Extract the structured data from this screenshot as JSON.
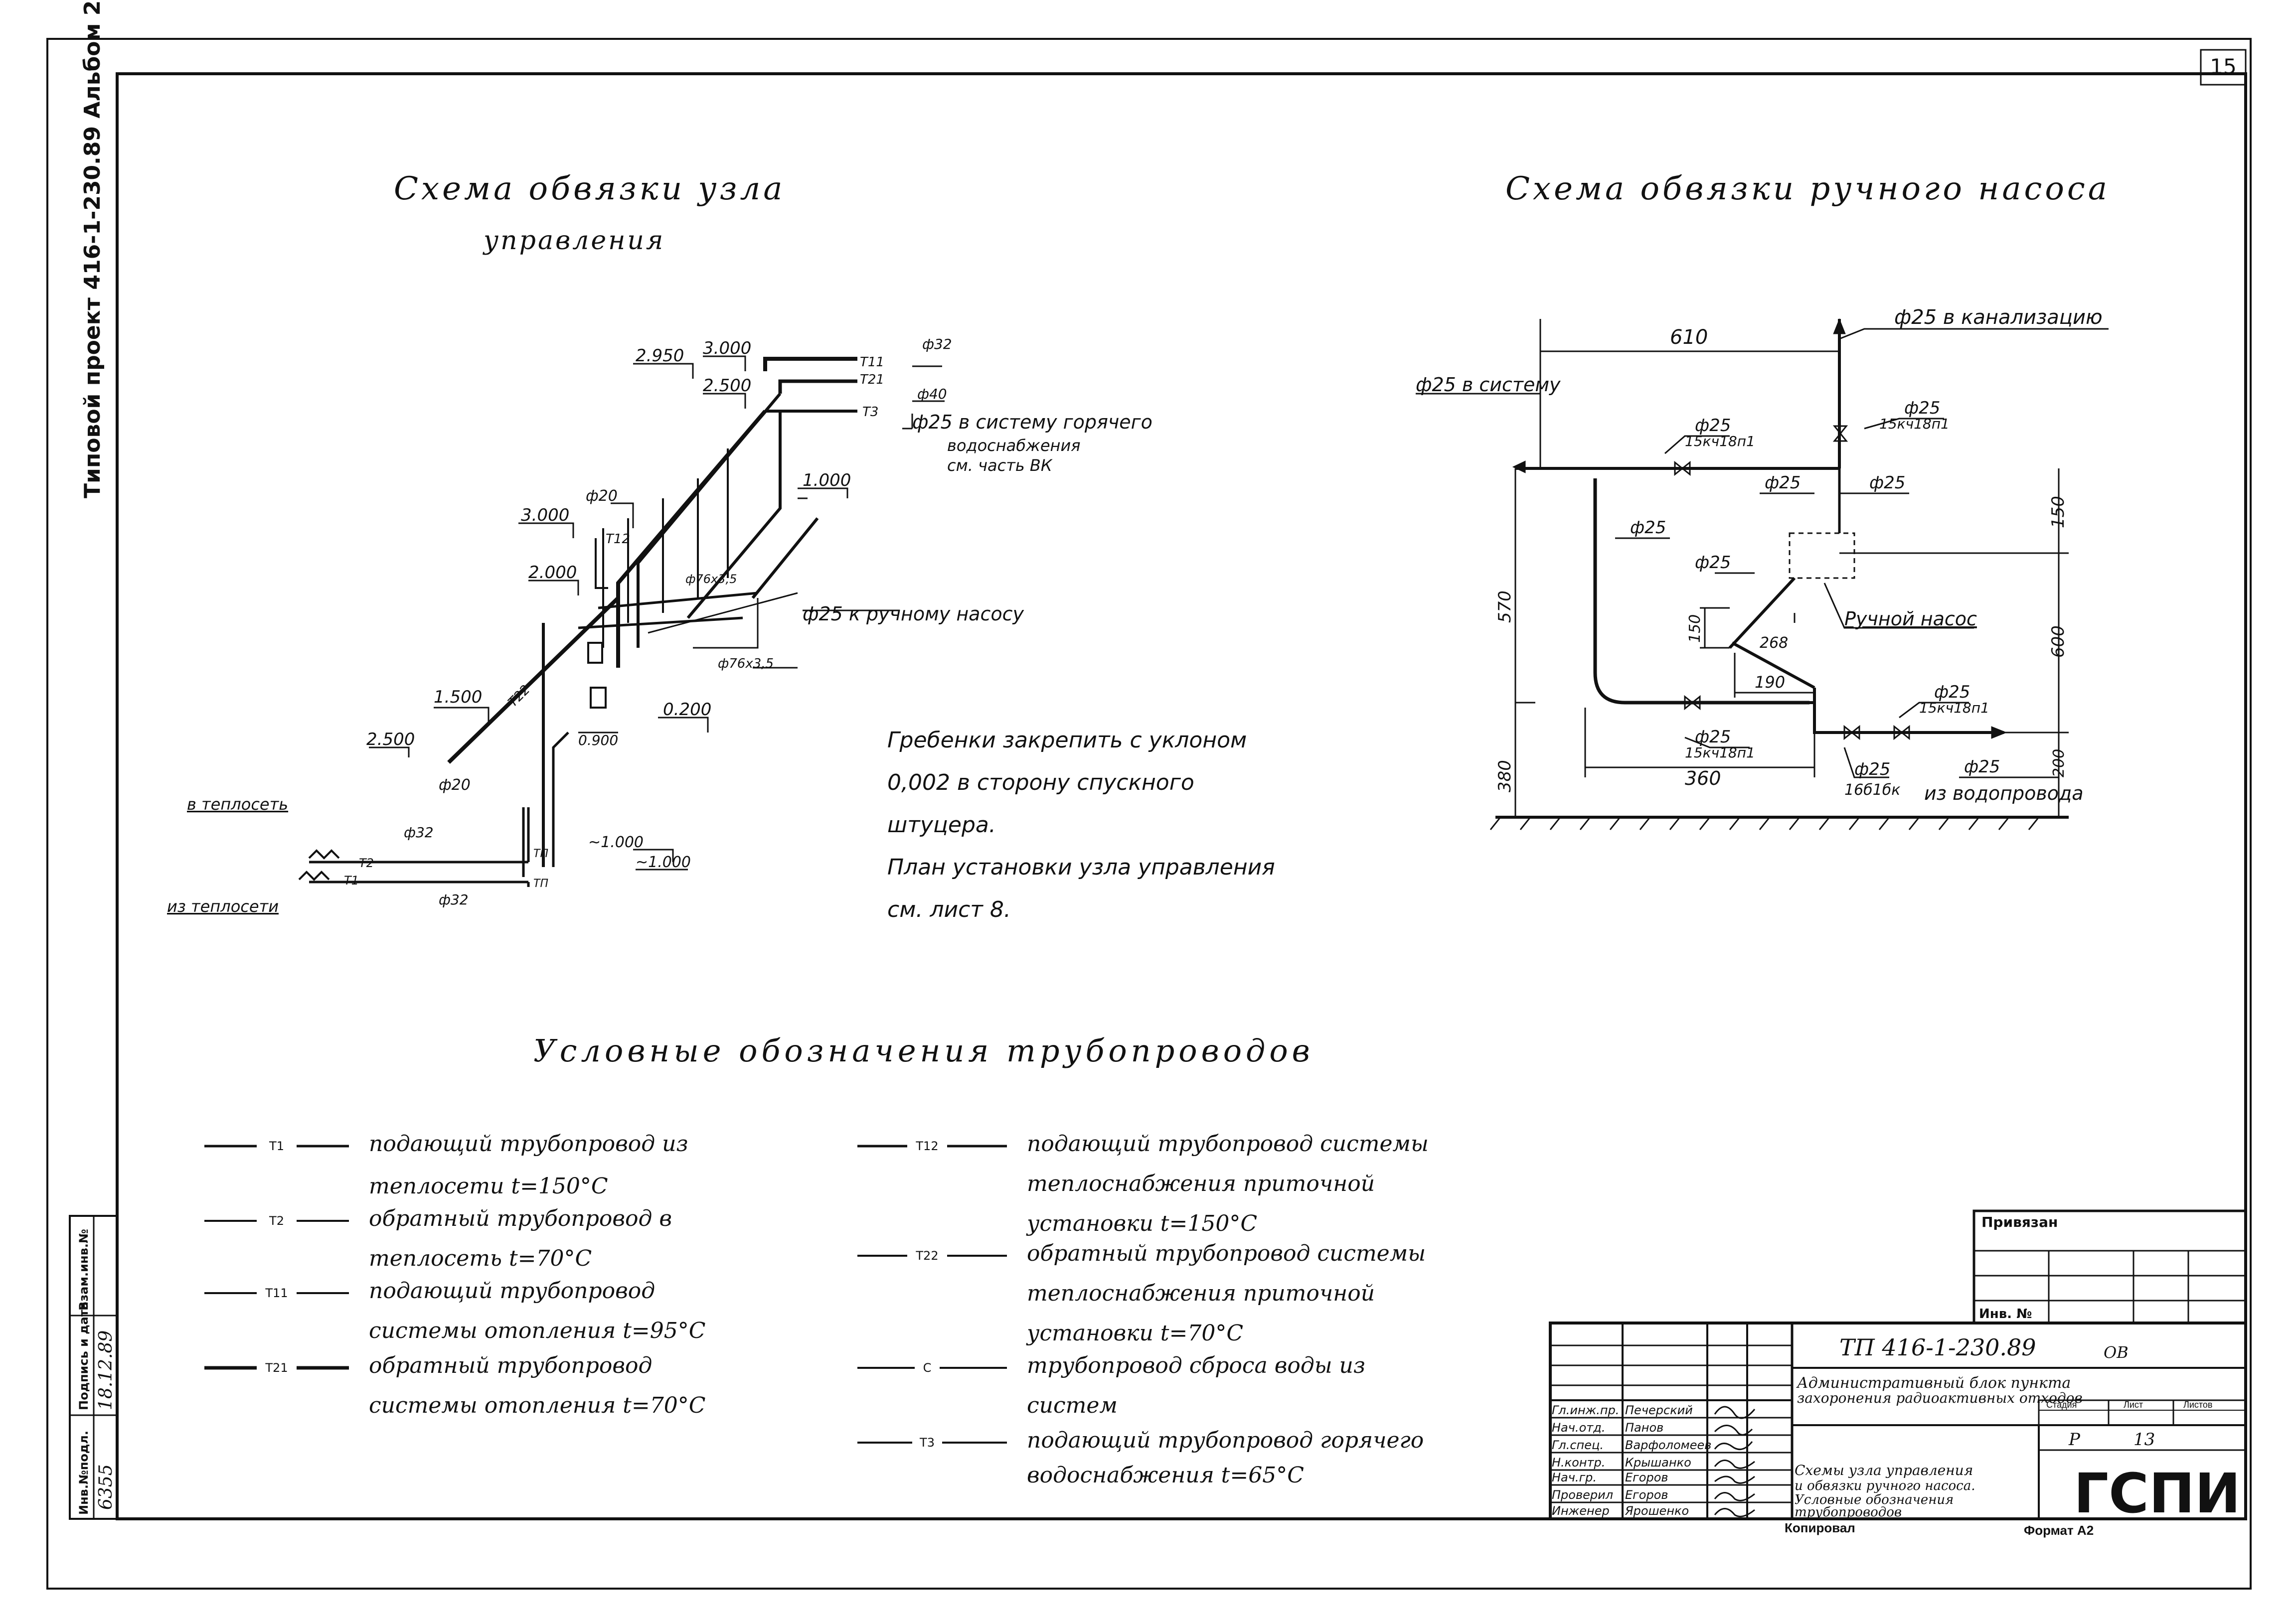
{
  "sheet_number": "15",
  "side_label": "Типовой проект 416-1-230.89 Альбом 2",
  "left_title_1": "Схема обвязки узла",
  "left_title_2": "управления",
  "right_title": "Схема обвязки ручного насоса",
  "node_labels": {
    "e2950": "2.950",
    "e3000a": "3.000",
    "e2500a": "2.500",
    "t11": "Т11",
    "t21": "Т21",
    "t3": "Т3",
    "d32a": "ф32",
    "d40": "ф40",
    "hw1": "ф25 в систему горячего",
    "hw2": "водоснабжения",
    "hw3": "см. часть ВК",
    "d20a": "ф20",
    "e3000b": "3.000",
    "t12": "Т12",
    "e1000a": "1.000",
    "e2000": "2.000",
    "d76a": "ф76х3,5",
    "pump": "ф25 к ручному насосу",
    "d76b": "ф76х3,5",
    "e1500": "1.500",
    "t22": "Т22",
    "e0200": "0.200",
    "e2500b": "2.500",
    "e0900": "0.900",
    "d20b": "ф20",
    "toNet": "в теплосеть",
    "d32b": "ф32",
    "t2": "Т2",
    "tp1": "ТП",
    "e1000b": "~1.000",
    "e1000c": "~1.000",
    "t1": "Т1",
    "tp2": "ТП",
    "fromNet": "из теплосети",
    "d32c": "ф32"
  },
  "note_lines": [
    "Гребенки закрепить с уклоном",
    "0,002 в сторону спускного",
    "штуцера.",
    "План установки узла управления",
    "см. лист 8."
  ],
  "pump_labels": {
    "dim610": "610",
    "sewer": "ф25 в канализацию",
    "toSys": "ф25 в систему",
    "v1a": "ф25",
    "v1b": "15кч18п1",
    "v2a": "ф25",
    "v2b": "15кч18п1",
    "d25a": "ф25",
    "d25b": "ф25",
    "d25c": "ф25",
    "d25d": "ф25",
    "dim150": "150",
    "dim570": "570",
    "dim150b": "150",
    "dim268": "268",
    "pumpName": "Ручной насос",
    "dim600": "600",
    "dim190": "190",
    "v3a": "ф25",
    "v3b": "15кч18п1",
    "v4a": "ф25",
    "v4b": "15кч18п1",
    "dim380": "380",
    "dim360": "360",
    "v5a": "ф25",
    "v5b": "16б1бк",
    "d25e": "ф25",
    "fromWater": "из водопровода",
    "dim200": "200"
  },
  "legend_title": "Условные обозначения трубопроводов",
  "legend": [
    {
      "code": "Т1",
      "l1": "подающий трубопровод из",
      "l2": "теплосети t=150°С"
    },
    {
      "code": "Т2",
      "l1": "обратный трубопровод в",
      "l2": "теплосеть t=70°С"
    },
    {
      "code": "Т11",
      "l1": "подающий трубопровод",
      "l2": "системы отопления t=95°С"
    },
    {
      "code": "Т21",
      "l1": "обратный трубопровод",
      "l2": "системы отопления t=70°С"
    },
    {
      "code": "Т12",
      "l1": "подающий трубопровод системы",
      "l2": "теплоснабжения приточной",
      "l3": "установки t=150°С"
    },
    {
      "code": "Т22",
      "l1": "обратный трубопровод системы",
      "l2": "теплоснабжения приточной",
      "l3": "установки t=70°С"
    },
    {
      "code": "С",
      "l1": "трубопровод сброса воды из",
      "l2": "систем"
    },
    {
      "code": "Т3",
      "l1": "подающий трубопровод горячего",
      "l2": "водоснабжения t=65°С"
    }
  ],
  "binding": {
    "title": "Привязан",
    "inv": "Инв. №"
  },
  "stamp": {
    "code": "ТП 416-1-230.89",
    "mark": "ОВ",
    "desc1": "Административный блок пункта",
    "desc2": "захоронения радиоактивных отходов",
    "col_stage": "Стадия",
    "col_sheet": "Лист",
    "col_sheets": "Листов",
    "stage": "Р",
    "sheet": "13",
    "drawing1": "Схемы узла управления",
    "drawing2": "и обвязки ручного насоса.",
    "drawing3": "Условные обозначения",
    "drawing4": "трубопроводов",
    "org": "ГСПИ",
    "roles": [
      {
        "role": "Гл.инж.пр.",
        "name": "Печерский"
      },
      {
        "role": "Нач.отд.",
        "name": "Панов"
      },
      {
        "role": "Гл.спец.",
        "name": "Варфоломеев"
      },
      {
        "role": "Н.контр.",
        "name": "Крышанко"
      },
      {
        "role": "Нач.гр.",
        "name": "Егоров"
      },
      {
        "role": "Проверил",
        "name": "Егоров"
      },
      {
        "role": "Инженер",
        "name": "Ярошенко"
      }
    ],
    "copied": "Копировал",
    "format": "Формат А2"
  },
  "left_strip": {
    "h1": "Инв.№подл.",
    "h2": "Подпись и дата",
    "h3": "Взам.инв.№",
    "v1": "6355",
    "v2": "18.12.89"
  }
}
